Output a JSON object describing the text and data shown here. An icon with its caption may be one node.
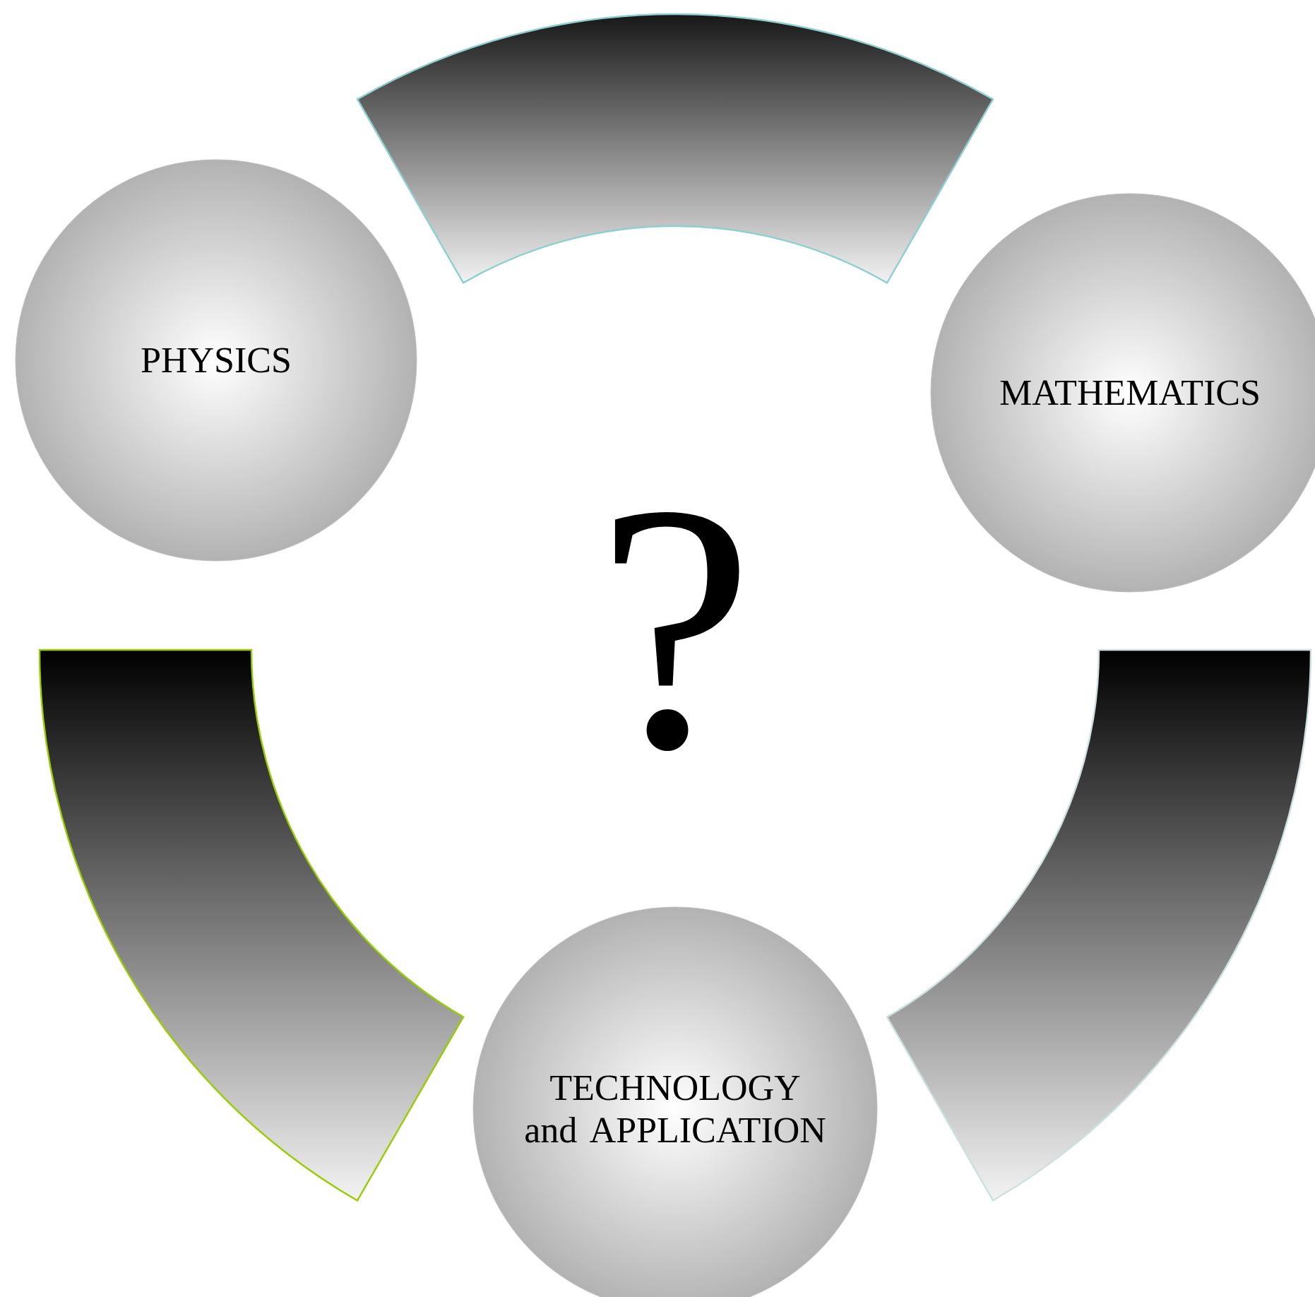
{
  "diagram": {
    "nodes": [
      {
        "text": [],
        "shape": "band"
      },
      {
        "text": [
          "PHYSICS"
        ]
      },
      {
        "text": [
          "MATHEMATICS"
        ]
      },
      {
        "text": [],
        "shape": "band"
      },
      {
        "text": [],
        "shape": "band"
      },
      {
        "text": [
          "TECHNOLOGY and APPLICATION"
        ]
      }
    ],
    "labels": [
      "?"
    ]
  }
}
